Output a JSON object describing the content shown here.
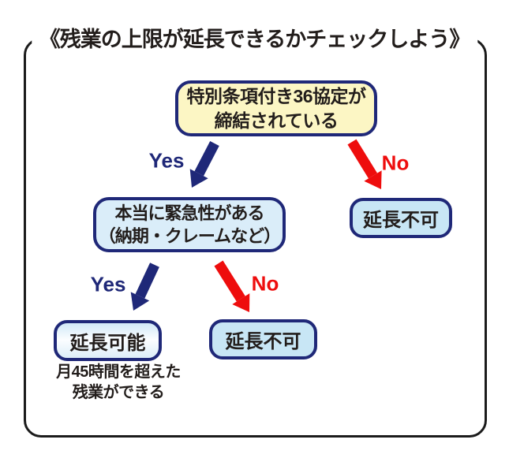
{
  "title": "《残業の上限が延長できるかチェックしよう》",
  "colors": {
    "frame_border": "#1b1b1b",
    "node_border_navy": "#1f2878",
    "yes_navy": "#1f2878",
    "no_red": "#ee0d0d",
    "start_fill_yellow": "#fcf6c4",
    "urgency_fill_blue": "#daedf9",
    "no_fill_lightblue": "#c8e6f5",
    "possible_fill": "#eaf5fc",
    "text": "#221d1b"
  },
  "flowchart": {
    "start_node": {
      "line1": "特別条項付き36協定が",
      "line2": "締結されている"
    },
    "urgency_node": {
      "line1": "本当に緊急性がある",
      "line2": "（納期・クレームなど）"
    },
    "no_extension_top": "延長不可",
    "extension_possible": "延長可能",
    "no_extension_bottom": "延長不可",
    "labels": {
      "yes1": "Yes",
      "no1": "No",
      "yes2": "Yes",
      "no2": "No"
    },
    "note": {
      "line1": "月45時間を超えた",
      "line2": "残業ができる"
    }
  }
}
